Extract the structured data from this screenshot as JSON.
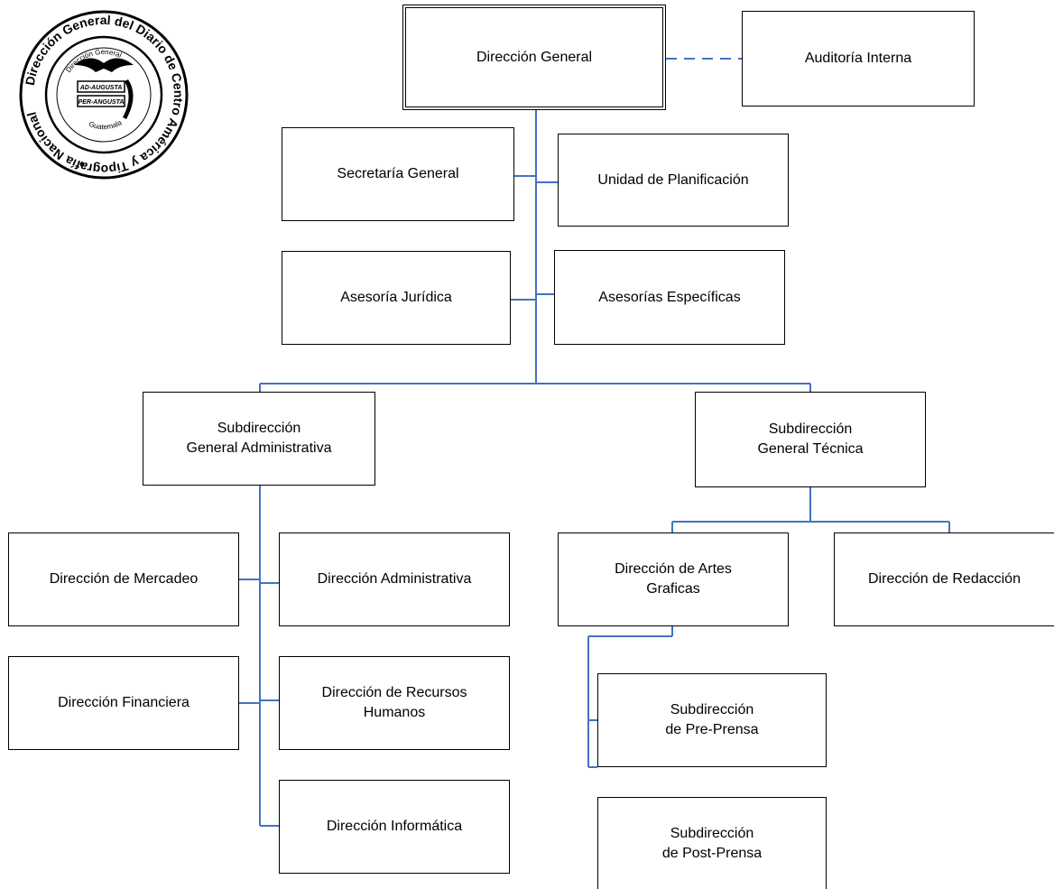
{
  "logo": {
    "outer_text": "Dirección General del Diario de Centro América y Tipografía Nacional",
    "inner_top": "Dirección General",
    "inner_bottom": "Guatemala",
    "motto_1": "AD-AUGUSTA",
    "motto_2": "PER-ANGUSTA"
  },
  "nodes": {
    "direccion_general": "Dirección General",
    "auditoria_interna": "Auditoría Interna",
    "secretaria_general": "Secretaría General",
    "unidad_planificacion": "Unidad de Planificación",
    "asesoria_juridica": "Asesoría Jurídica",
    "asesorias_especificas": "Asesorías Específicas",
    "subdireccion_admin": "Subdirección\nGeneral Administrativa",
    "subdireccion_tecnica": "Subdirección\nGeneral Técnica",
    "direccion_mercadeo": "Dirección de Mercadeo",
    "direccion_administrativa": "Dirección Administrativa",
    "direccion_financiera": "Dirección Financiera",
    "direccion_rrhh": "Dirección de Recursos\nHumanos",
    "direccion_informatica": "Dirección Informática",
    "direccion_artes": "Dirección de Artes\nGraficas",
    "direccion_redaccion": "Dirección de Redacción",
    "subdireccion_preprensa": "Subdirección\nde Pre-Prensa",
    "subdireccion_postprensa": "Subdirección\nde Post-Prensa"
  },
  "colors": {
    "connector": "#4472C4",
    "border": "#000000"
  }
}
